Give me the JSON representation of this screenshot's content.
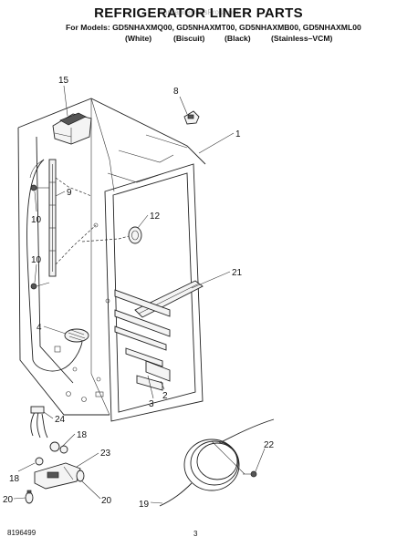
{
  "header": {
    "title": "REFRIGERATOR LINER PARTS",
    "watermark": "AppliancePartsPros.com",
    "models_line": "For Models: GD5NHAXMQ00, GD5NHAXMT00, GD5NHAXMB00, GD5NHAXML00",
    "variants": [
      "(White)",
      "(Biscuit)",
      "(Black)",
      "(Stainless–VCM)"
    ]
  },
  "callouts": {
    "c15": "15",
    "c8": "8",
    "c1": "1",
    "c9": "9",
    "c10a": "10",
    "c12": "12",
    "c10b": "10",
    "c21": "21",
    "c4": "4",
    "c2": "2",
    "c3": "3",
    "c24": "24",
    "c18a": "18",
    "c23": "23",
    "c18b": "18",
    "c22": "22",
    "c20a": "20",
    "c20b": "20",
    "c19": "19"
  },
  "footer": {
    "code": "8196499",
    "page": "3"
  }
}
